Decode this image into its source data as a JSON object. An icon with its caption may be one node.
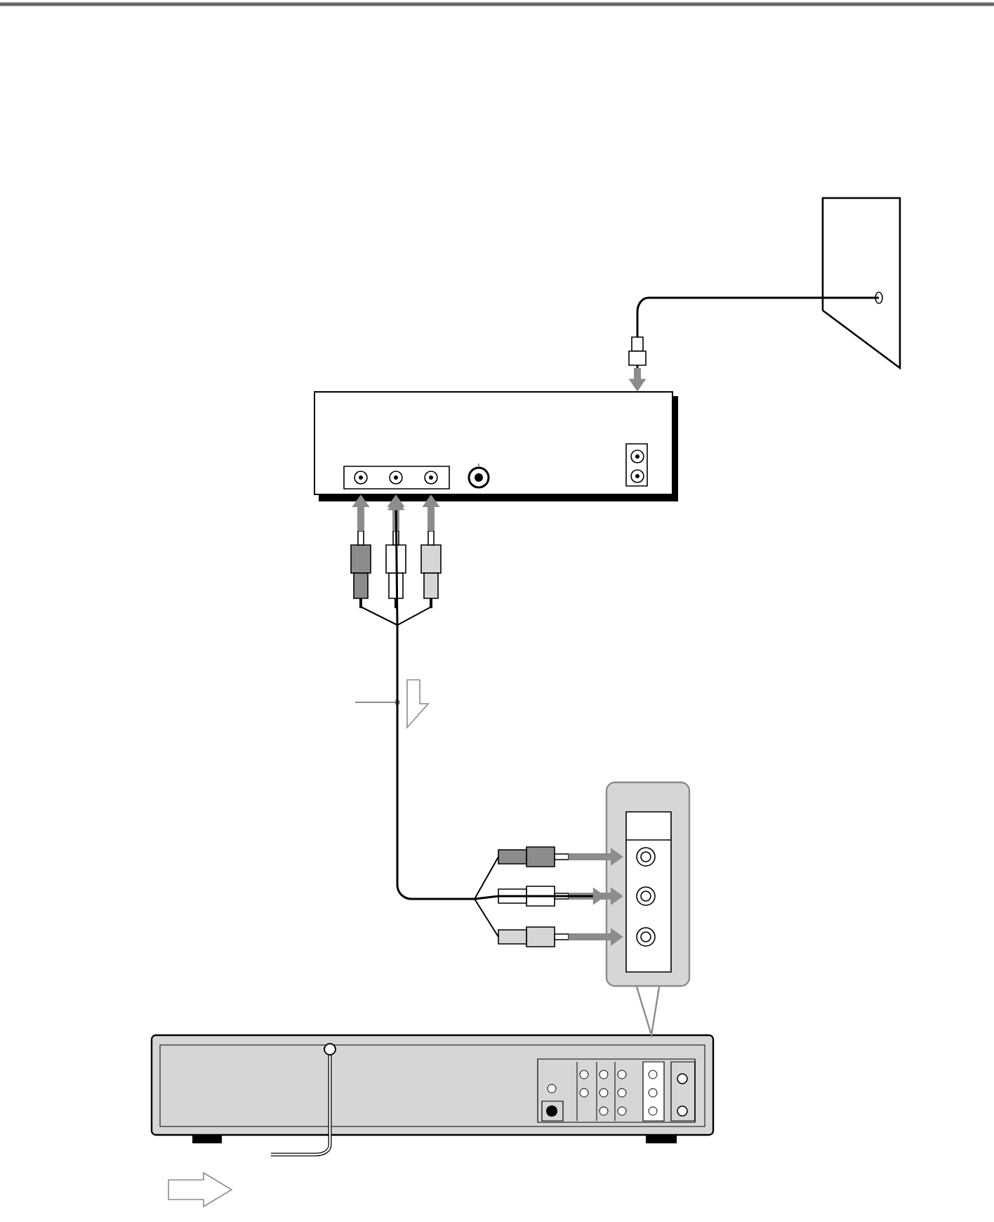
{
  "diagram": {
    "nodes": [
      {
        "text": [],
        "shape": "picture"
      },
      {
        "text": [],
        "shape": "picture"
      },
      {
        "text": [],
        "shape": "box"
      },
      {
        "text": [],
        "shape": "picture"
      }
    ],
    "edges": [
      {
        "from": 0,
        "to": 1,
        "arrow": "to"
      },
      {
        "from": 1,
        "to": 2,
        "arrow": "both"
      },
      {
        "from": 2,
        "to": 3,
        "arrow": "none",
        "color": "#8c8c8c"
      }
    ]
  }
}
